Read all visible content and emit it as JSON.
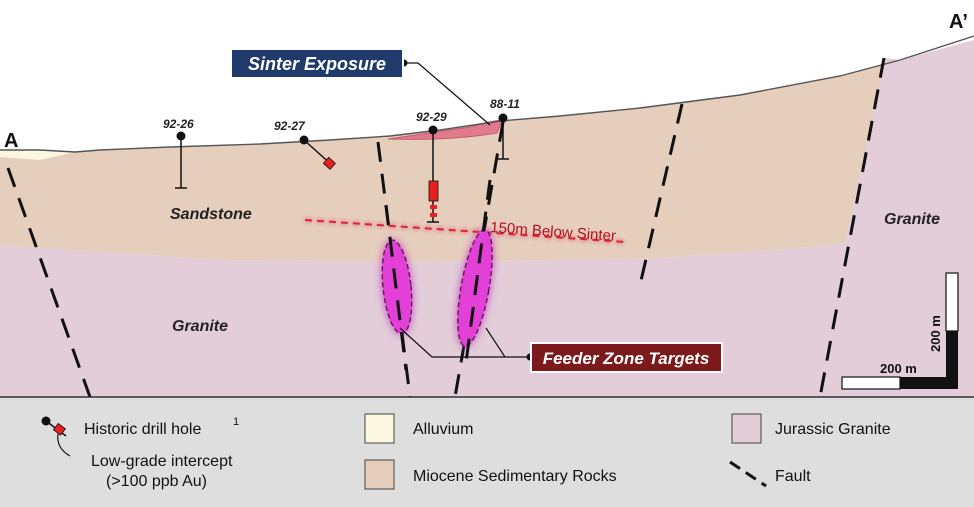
{
  "section": {
    "endpoint_left": "A",
    "endpoint_right": "A’",
    "units": {
      "sandstone": "Sandstone",
      "granite_left": "Granite",
      "granite_right": "Granite"
    },
    "drill_holes": [
      "92-26",
      "92-27",
      "92-29",
      "88-11"
    ],
    "sinter_callout": "Sinter Exposure",
    "below_sinter_label": "150m Below Sinter",
    "feeder_callout": "Feeder Zone Targets",
    "scale": {
      "horizontal": "200 m",
      "vertical": "200 m"
    }
  },
  "legend": {
    "drill_hole": "Historic drill hole",
    "drill_hole_note": "1",
    "intercept_line1": "Low-grade intercept",
    "intercept_line2": "(>100 ppb Au)",
    "alluvium": "Alluvium",
    "miocene": "Miocene Sedimentary Rocks",
    "granite": "Jurassic Granite",
    "fault": "Fault"
  },
  "colors": {
    "alluvium": "#fbf7e1",
    "miocene": "#e6cebd",
    "granite": "#e2cdd9",
    "sinter": "#e07a8c",
    "feeder": "#e23fd6",
    "intercept": "#e8201e",
    "callout_sinter": "#1f3a6b",
    "callout_feeder": "#7a1a1a",
    "legend_bg": "#dedede"
  }
}
